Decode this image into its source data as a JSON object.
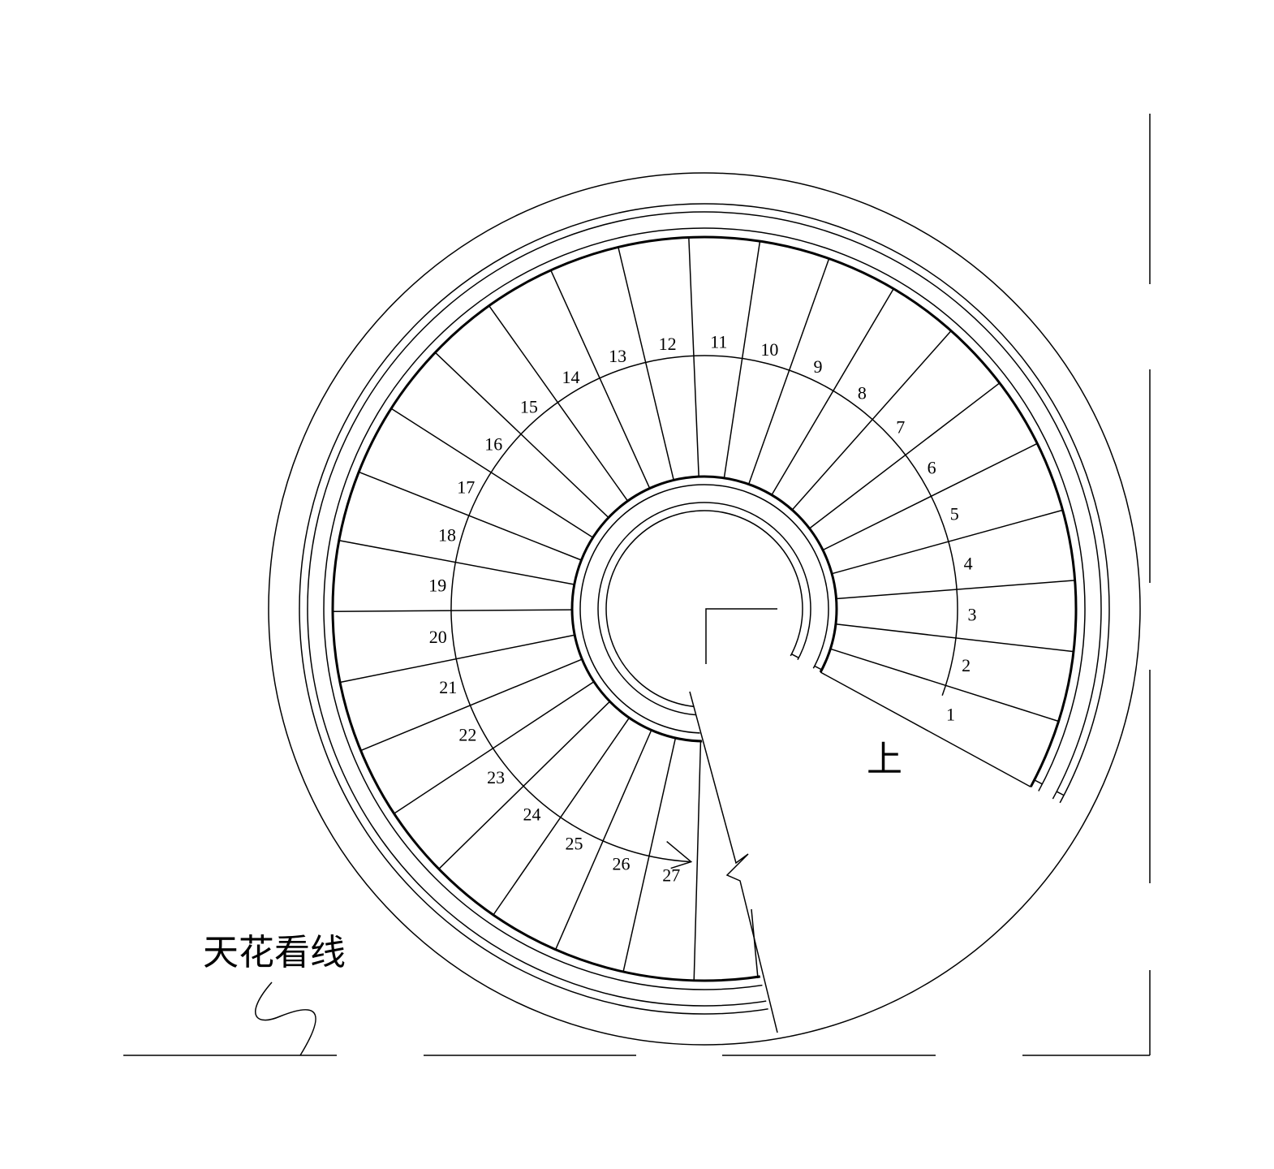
{
  "drawing": {
    "step_numbers": [
      "1",
      "2",
      "3",
      "4",
      "5",
      "6",
      "7",
      "8",
      "9",
      "10",
      "11",
      "12",
      "13",
      "14",
      "15",
      "16",
      "17",
      "18",
      "19",
      "20",
      "21",
      "22",
      "23",
      "24",
      "25",
      "26",
      "27"
    ],
    "up_label": "上",
    "ceiling_line_label": "天花看线",
    "line_color": "#000000",
    "background_color": "#ffffff"
  }
}
